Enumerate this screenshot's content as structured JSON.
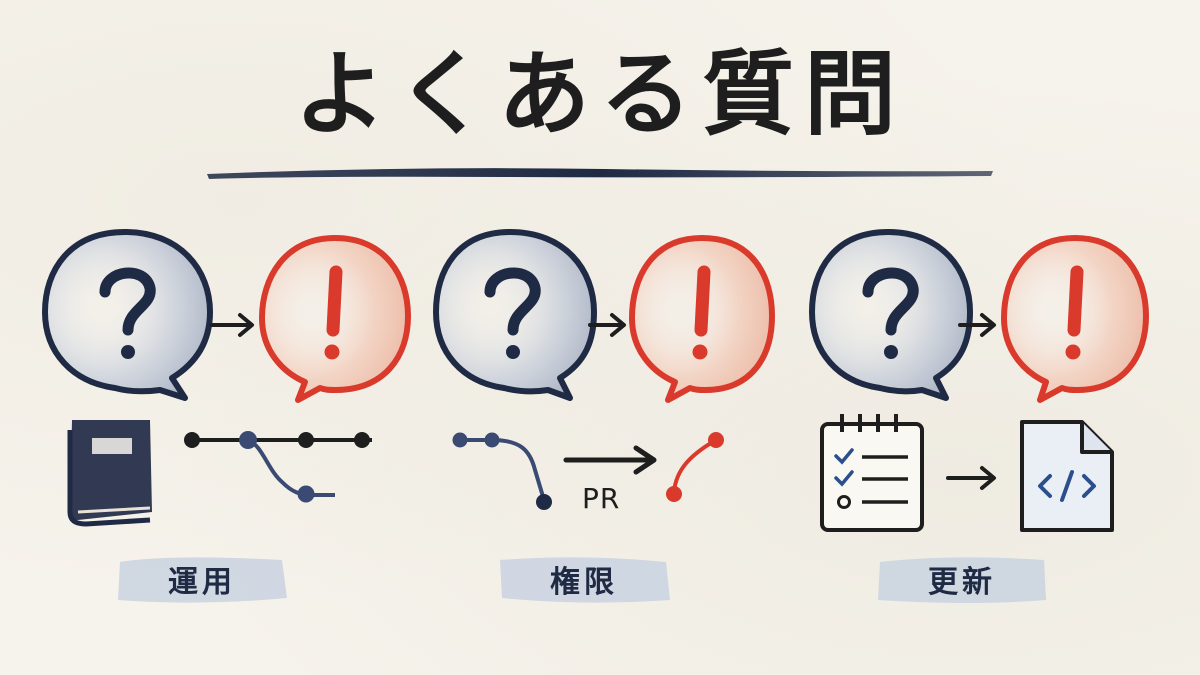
{
  "title": "よくある質問",
  "colors": {
    "navy": "#1f2a44",
    "red": "#d93a2b",
    "ink": "#1e1e1e",
    "paper": "#f6f3ec",
    "label_wash": "#c9d2e0"
  },
  "groups": [
    {
      "label": "運用",
      "question_glyph": "?",
      "answer_glyph": "!",
      "icons": [
        "book-icon",
        "git-branch-icon"
      ]
    },
    {
      "label": "権限",
      "question_glyph": "?",
      "answer_glyph": "!",
      "icons": [
        "git-branch-icon",
        "arrow-icon",
        "git-merge-icon"
      ],
      "pr_text": "PR"
    },
    {
      "label": "更新",
      "question_glyph": "?",
      "answer_glyph": "!",
      "icons": [
        "checklist-icon",
        "arrow-icon",
        "code-file-icon"
      ]
    }
  ]
}
